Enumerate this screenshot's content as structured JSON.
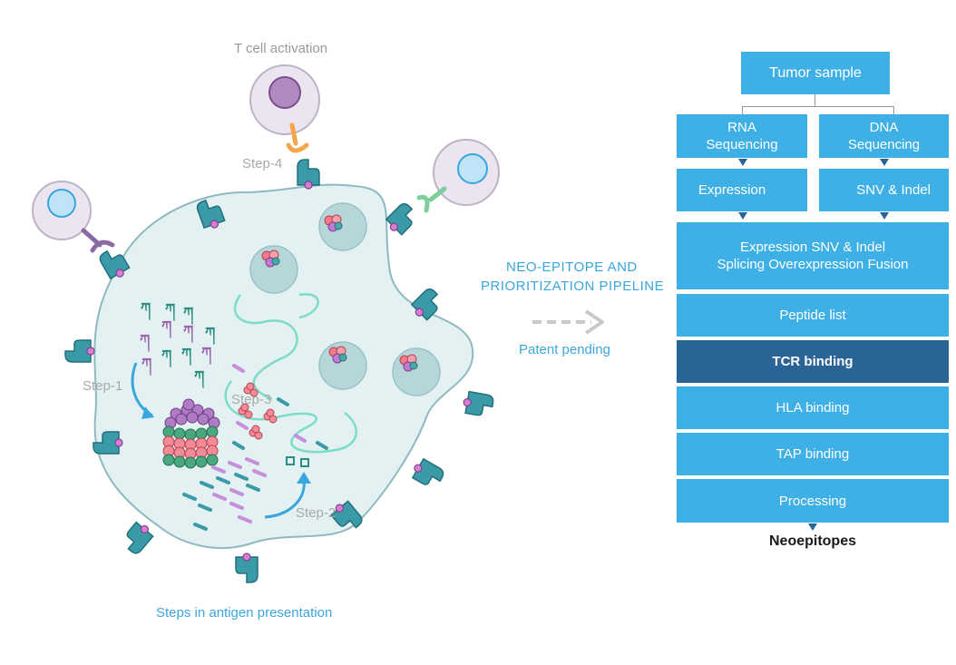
{
  "cell": {
    "caption": "Steps in antigen presentation",
    "t_cell_label": "T cell activation",
    "steps": [
      "Step-1",
      "Step-2",
      "Step-3",
      "Step-4"
    ]
  },
  "pipeline": {
    "title_line1": "NEO-EPITOPE AND",
    "title_line2": "PRIORITIZATION PIPELINE",
    "note": "Patent pending"
  },
  "flowchart": {
    "root": "Tumor sample",
    "rna_line1": "RNA",
    "rna_line2": "Sequencing",
    "dna_line1": "DNA",
    "dna_line2": "Sequencing",
    "expression": "Expression",
    "snv": "SNV & Indel",
    "combined_line1": "Expression SNV & Indel",
    "combined_line2": "Splicing Overexpression Fusion",
    "stages": [
      "Peptide list",
      "TCR binding",
      "HLA binding",
      "TAP binding",
      "Processing"
    ],
    "output": "Neoepitopes"
  },
  "colors": {
    "box": "#3fb0e6",
    "box_highlight": "#2a6496",
    "cell_fill": "#e3f1f2",
    "cell_stroke": "#8fb9c0",
    "receptor": "#2f8f9c"
  }
}
